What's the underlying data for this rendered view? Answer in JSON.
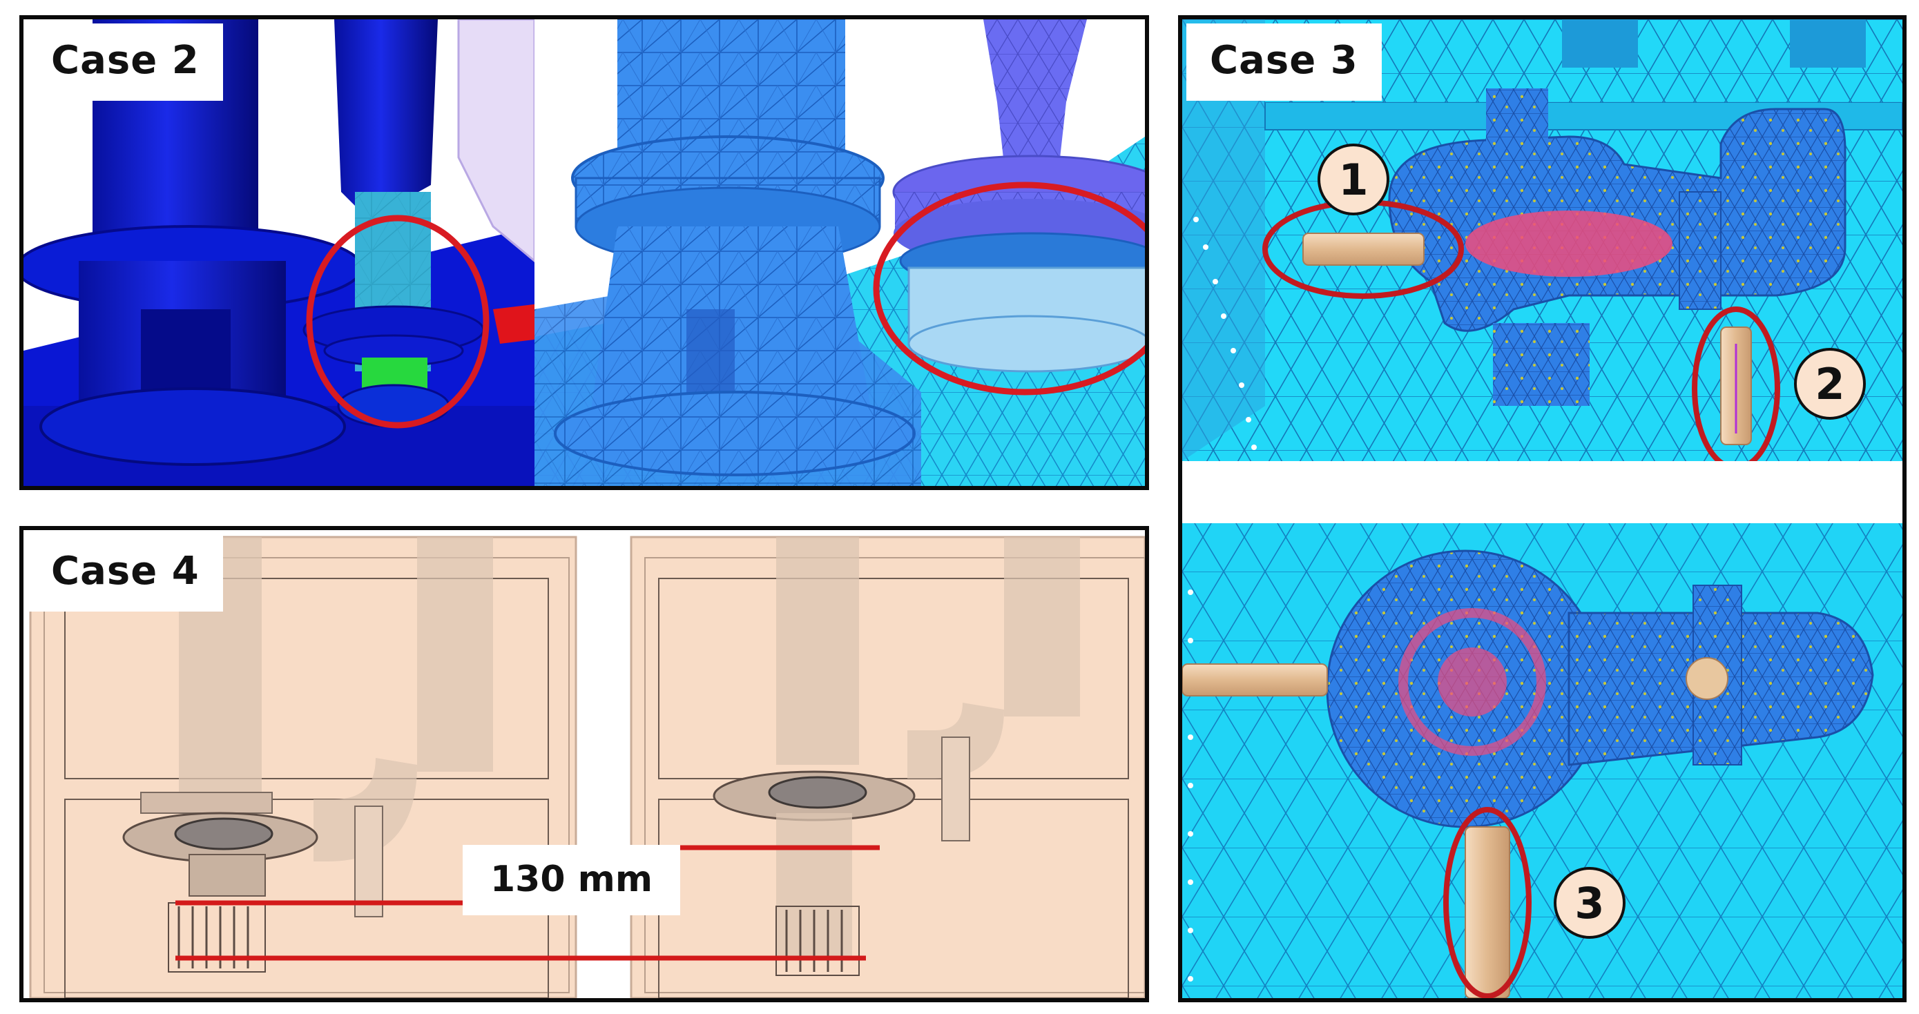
{
  "panels": {
    "case2": {
      "label": "Case 2"
    },
    "case3": {
      "label": "Case 3",
      "markers": [
        "1",
        "2",
        "3"
      ]
    },
    "case4": {
      "label": "Case 4",
      "dimension": "130 mm"
    }
  },
  "colors": {
    "highlight_ring": "#d81b22",
    "arrow": "#e0141b",
    "mesh_blue": "#3b8ef0",
    "mesh_cyan": "#22d8f8",
    "dark_blue": "#0a17c9",
    "transparent_model": "#f8dcc6",
    "pipe_probe": "#e8c79f",
    "dimension_line": "#d31a1a",
    "badge_fill": "#fbe3cf"
  }
}
